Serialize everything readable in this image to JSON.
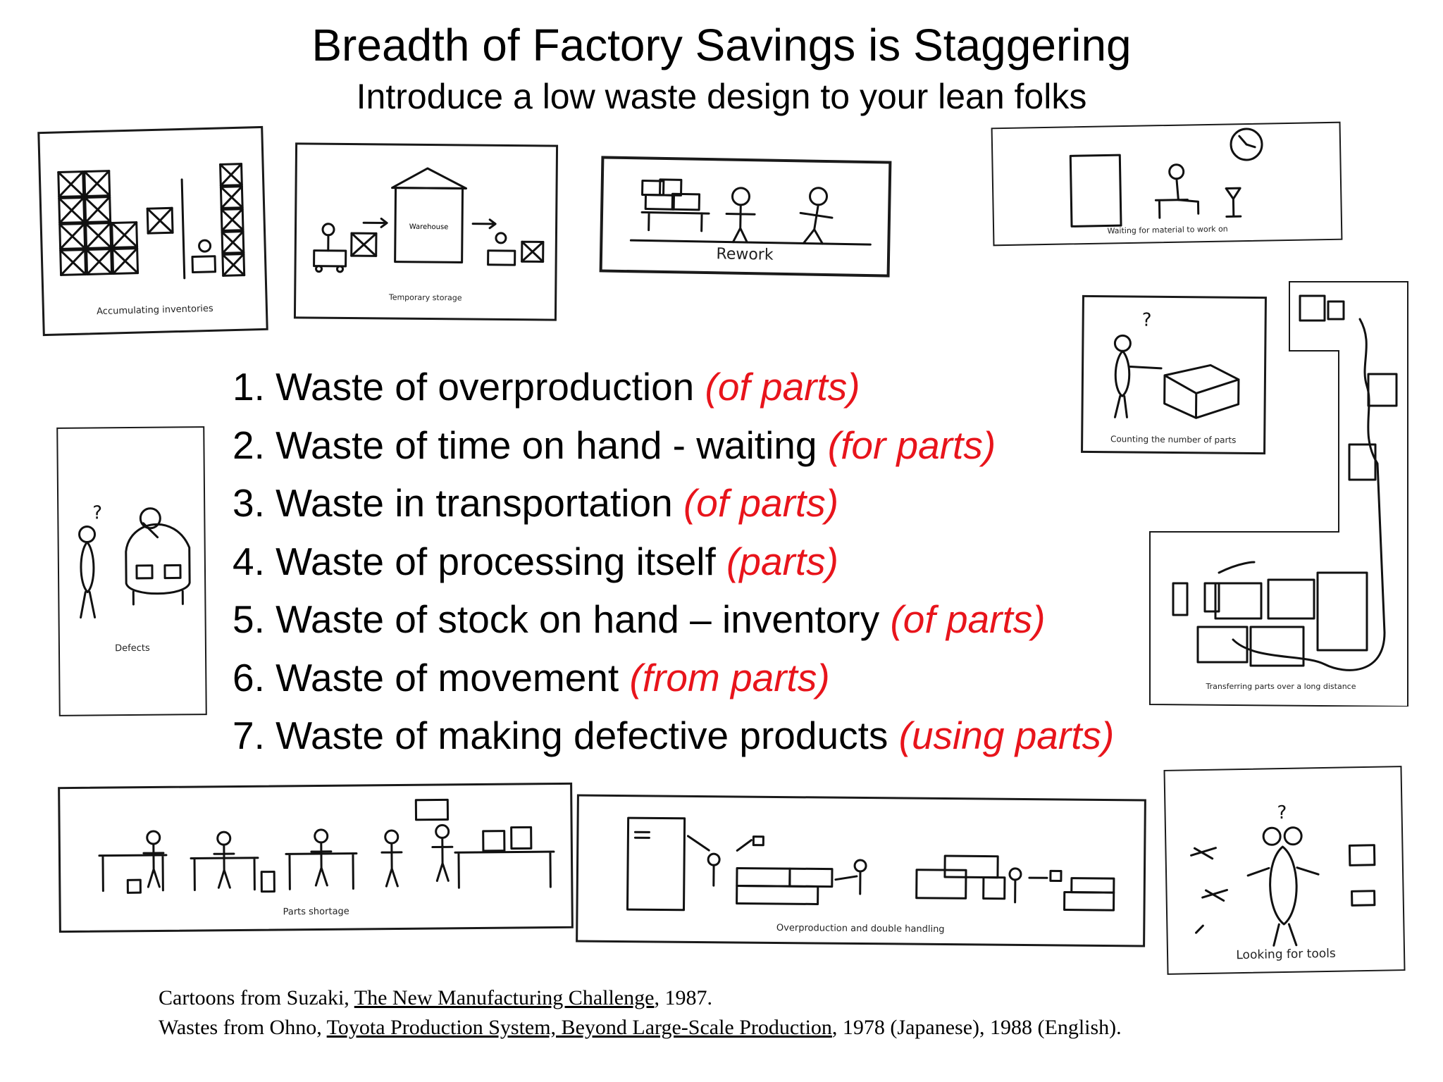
{
  "header": {
    "title": "Breadth of Factory Savings is Staggering",
    "subtitle": "Introduce a low waste design to your lean folks"
  },
  "wastes": [
    {
      "text": "1. Waste of overproduction ",
      "qualifier": "(of parts)"
    },
    {
      "text": "2. Waste of time on hand - waiting ",
      "qualifier": "(for parts)"
    },
    {
      "text": "3. Waste in transportation ",
      "qualifier": "(of parts)"
    },
    {
      "text": "4. Waste of processing itself ",
      "qualifier": "(parts)"
    },
    {
      "text": "5. Waste of stock on hand – inventory ",
      "qualifier": "(of parts)"
    },
    {
      "text": "6. Waste of movement ",
      "qualifier": "(from parts)"
    },
    {
      "text": "7. Waste of making defective products ",
      "qualifier": "(using parts)"
    }
  ],
  "cartoons": {
    "accumulating": {
      "caption": "Accumulating inventories"
    },
    "temporary": {
      "caption": "Temporary storage",
      "label": "Warehouse"
    },
    "rework": {
      "caption": "Rework"
    },
    "waiting": {
      "caption": "Waiting for material to work on"
    },
    "counting": {
      "caption": "Counting the number of parts"
    },
    "transferring": {
      "caption": "Transferring parts over a long distance"
    },
    "defects": {
      "caption": "Defects"
    },
    "shortage": {
      "caption": "Parts shortage"
    },
    "overproduction": {
      "caption": "Overproduction and double handling"
    },
    "tools": {
      "caption": "Looking for tools"
    }
  },
  "citation": {
    "line1_prefix": "Cartoons from Suzaki, ",
    "line1_title": "The New Manufacturing Challenge",
    "line1_suffix": ", 1987.",
    "line2_prefix": "Wastes from Ohno, ",
    "line2_title": "Toyota Production System, Beyond Large-Scale Production",
    "line2_suffix": ", 1978 (Japanese), 1988 (English)."
  },
  "colors": {
    "accent": "#e8141b",
    "text": "#000000"
  }
}
